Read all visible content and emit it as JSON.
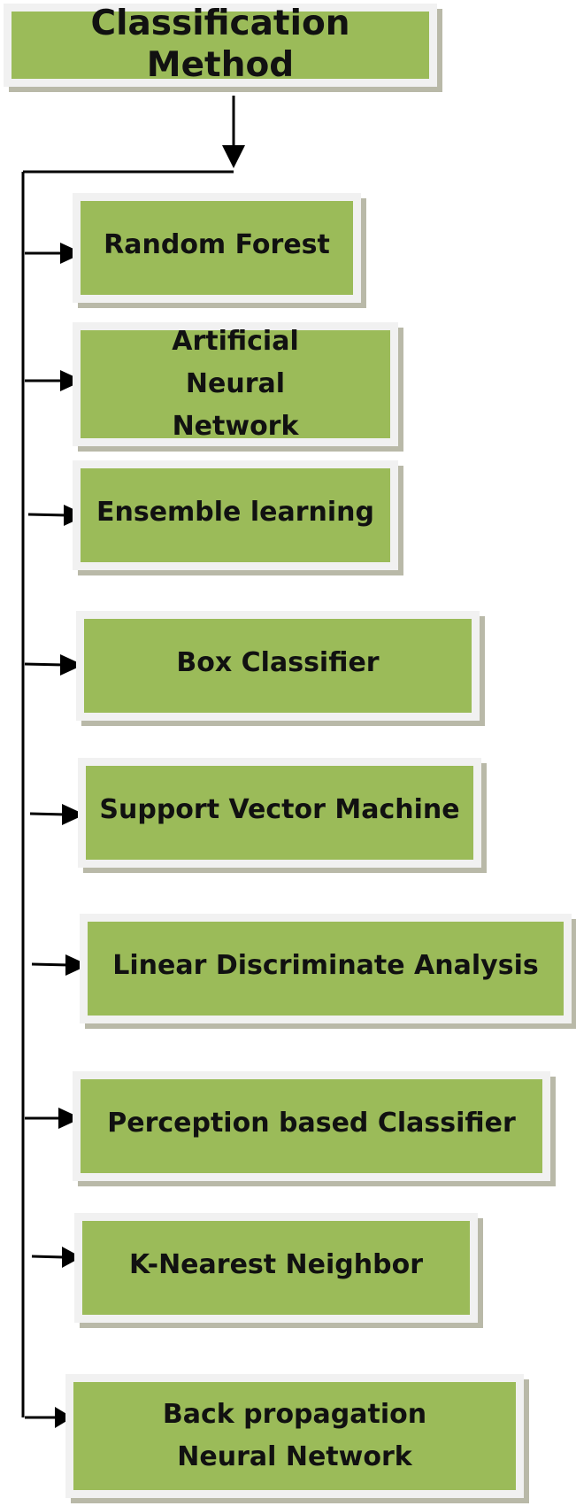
{
  "title": "Classification Method",
  "methods": [
    {
      "label": "Random Forest"
    },
    {
      "label": "Artificial Neural Network"
    },
    {
      "label": "Ensemble learning"
    },
    {
      "label": "Box Classifier"
    },
    {
      "label": "Support Vector Machine"
    },
    {
      "label": "Linear Discriminate Analysis"
    },
    {
      "label": "Perception based Classifier"
    },
    {
      "label": "K-Nearest Neighbor"
    },
    {
      "label": "Back propagation Neural Network"
    }
  ],
  "colors": {
    "box_fill": "#9bbb59",
    "box_border": "#f1f1f1",
    "box_shadow": "#b9b9a8",
    "connector": "#000000",
    "text": "#111111"
  }
}
